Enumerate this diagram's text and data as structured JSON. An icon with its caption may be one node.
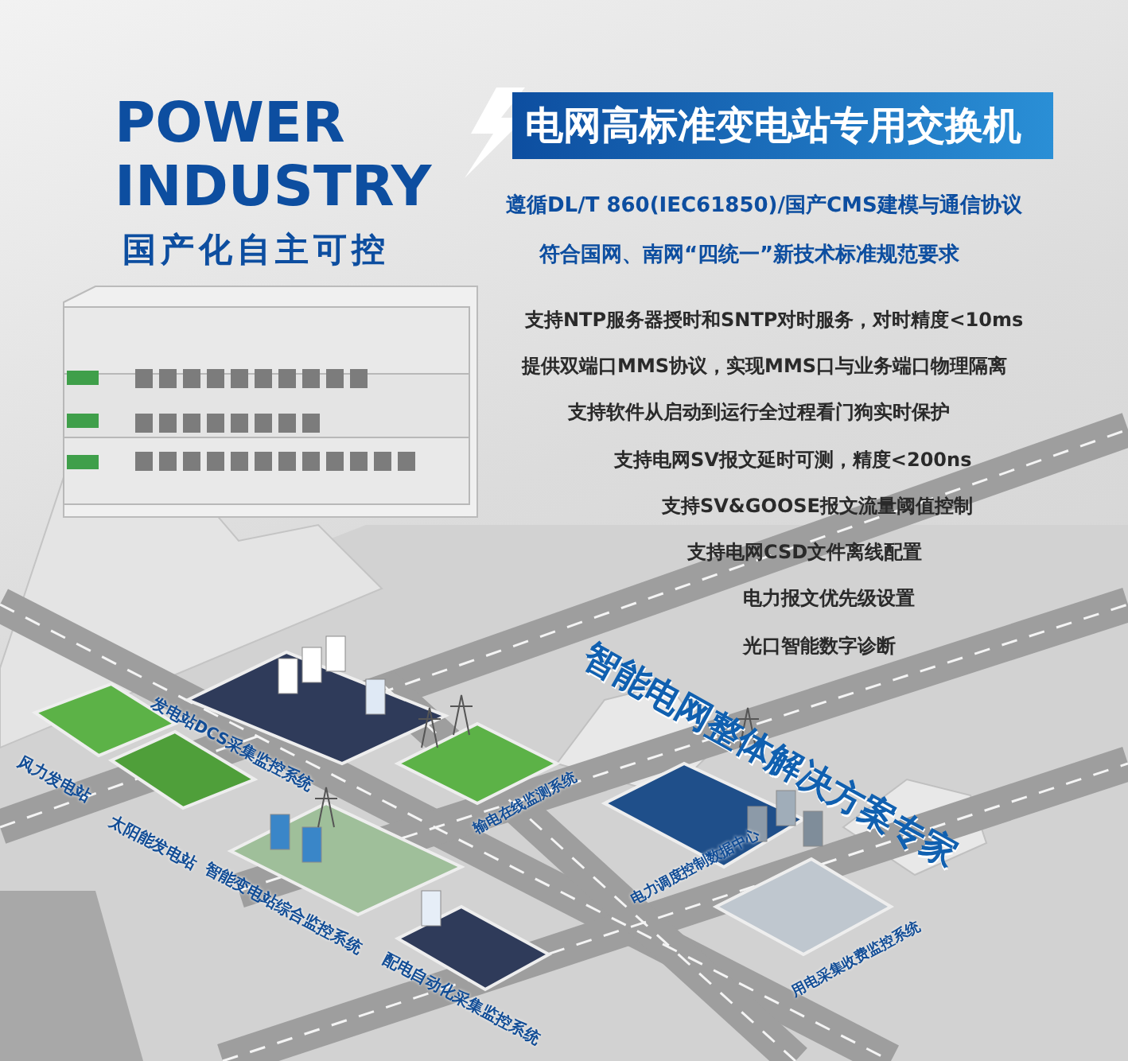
{
  "diagram": {
    "title": "电网高标准变电站专用交换机",
    "labels": [
      "POWER INDUSTRY",
      "国产化自主可控",
      "遵循DL/T 860(IEC61850)/国产CMS建模与通信协议",
      "符合国网、南网“四统一”新技术标准规范要求",
      "支持NTP服务器授时和SNTP对时服务，对时精度<10ms",
      "提供双端口MMS协议，实现MMS口与业务端口物理隔离",
      "支持软件从启动到运行全过程看门狗实时保护",
      "支持电网SV报文延时可测，精度<200ns",
      "支持SV&GOOSE报文流量阈值控制",
      "支持电网CSD文件离线配置",
      "电力报文优先级设置",
      "光口智能数字诊断",
      "智能电网整体解决方案专家",
      "发电站DCS采集监控系统",
      "风力发电站",
      "太阳能发电站",
      "输电在线监测系统",
      "电力调度控制数据中心",
      "智能变电站综合监控系统",
      "配电自动化采集监控系统",
      "用电采集收费监控系统"
    ]
  }
}
